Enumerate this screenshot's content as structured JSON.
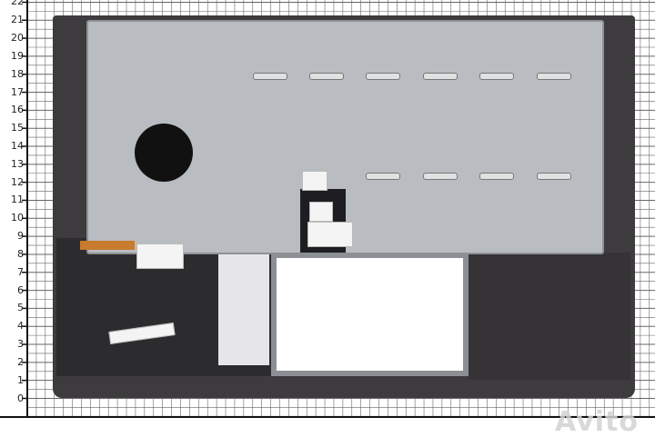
{
  "ruler": {
    "labels": [
      "22",
      "21",
      "20",
      "19",
      "18",
      "17",
      "16",
      "15",
      "14",
      "13",
      "12",
      "11",
      "10",
      "9",
      "8",
      "7",
      "6",
      "5",
      "4",
      "3",
      "2",
      "1",
      "0"
    ]
  },
  "watermark": {
    "text": "Avito"
  },
  "colors": {
    "chassis": "#3d3b3d",
    "plate": "#b9bcc0",
    "grid": "#555555"
  }
}
